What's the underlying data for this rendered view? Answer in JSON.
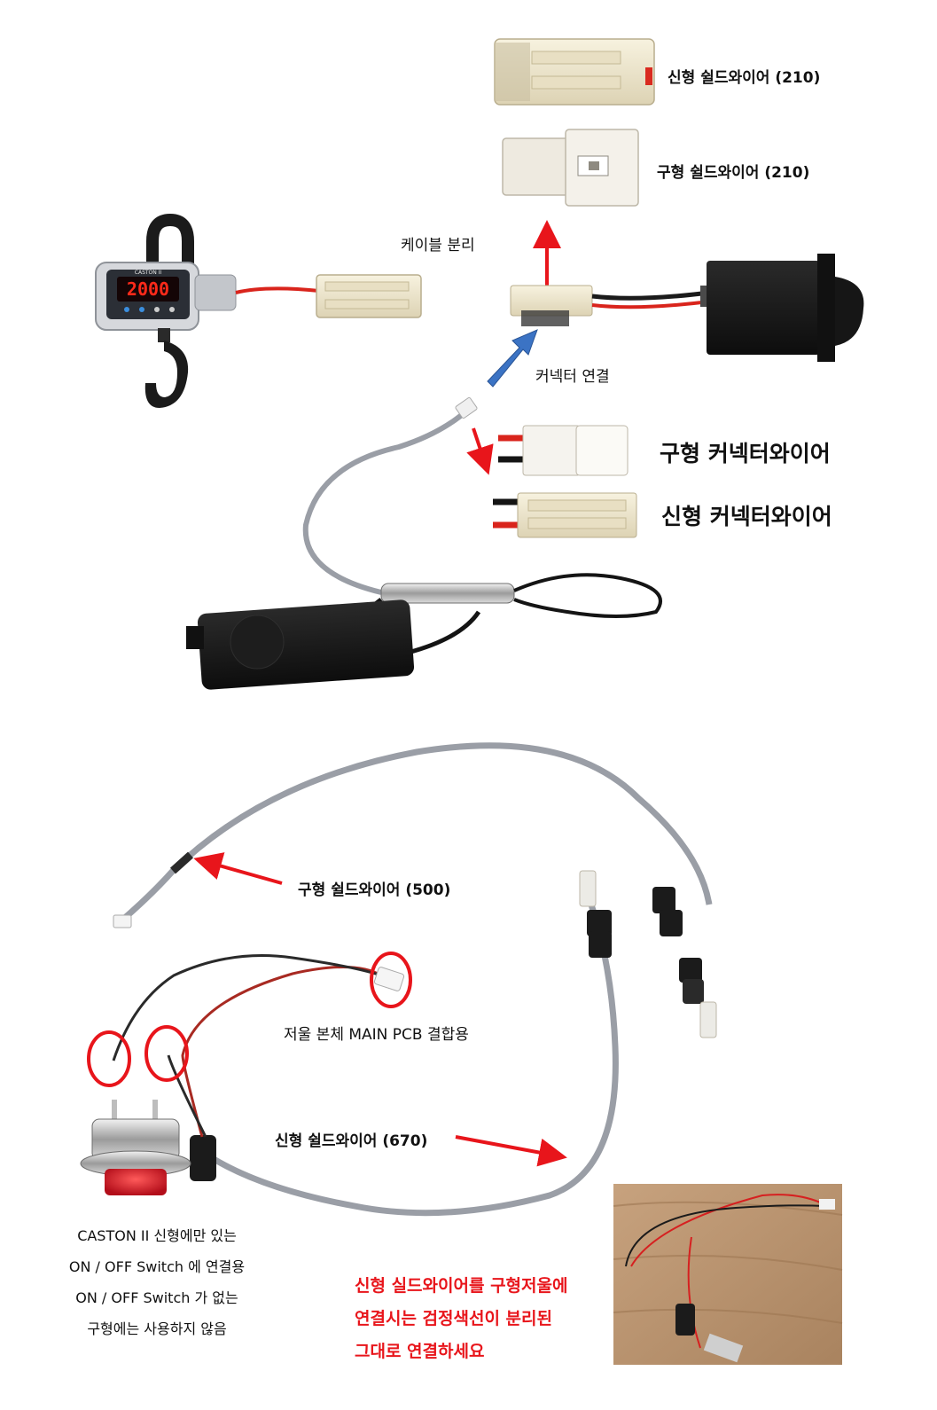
{
  "labels": {
    "new_shield_210": "신형 쉴드와이어 (210)",
    "old_shield_210": "구형 쉴드와이어 (210)",
    "cable_separate": "케이블 분리",
    "connector_connect": "커넥터 연결",
    "old_connector_wire": "구형 커넥터와이어",
    "new_connector_wire": "신형 커넥터와이어",
    "old_shield_500": "구형 쉴드와이어 (500)",
    "main_pcb": "저울 본체 MAIN PCB 결합용",
    "new_shield_670": "신형 쉴드와이어 (670)"
  },
  "scale_display": {
    "brand": "CASTON II",
    "reading": "2000"
  },
  "switch_note": [
    "CASTON II  신형에만 있는",
    "ON / OFF Switch 에 연결용",
    "ON / OFF Switch 가 없는",
    "구형에는 사용하지 않음"
  ],
  "warning_note": [
    "신형 실드와이어를 구형저울에",
    "연결시는 검정색선이 분리된",
    "그대로 연결하세요"
  ],
  "colors": {
    "arrow_red": "#e8151b",
    "arrow_blue": "#3b73c4",
    "wire_red": "#d9241c",
    "cable_gray": "#9a9ea6",
    "connector_cream": "#f1ead2"
  }
}
